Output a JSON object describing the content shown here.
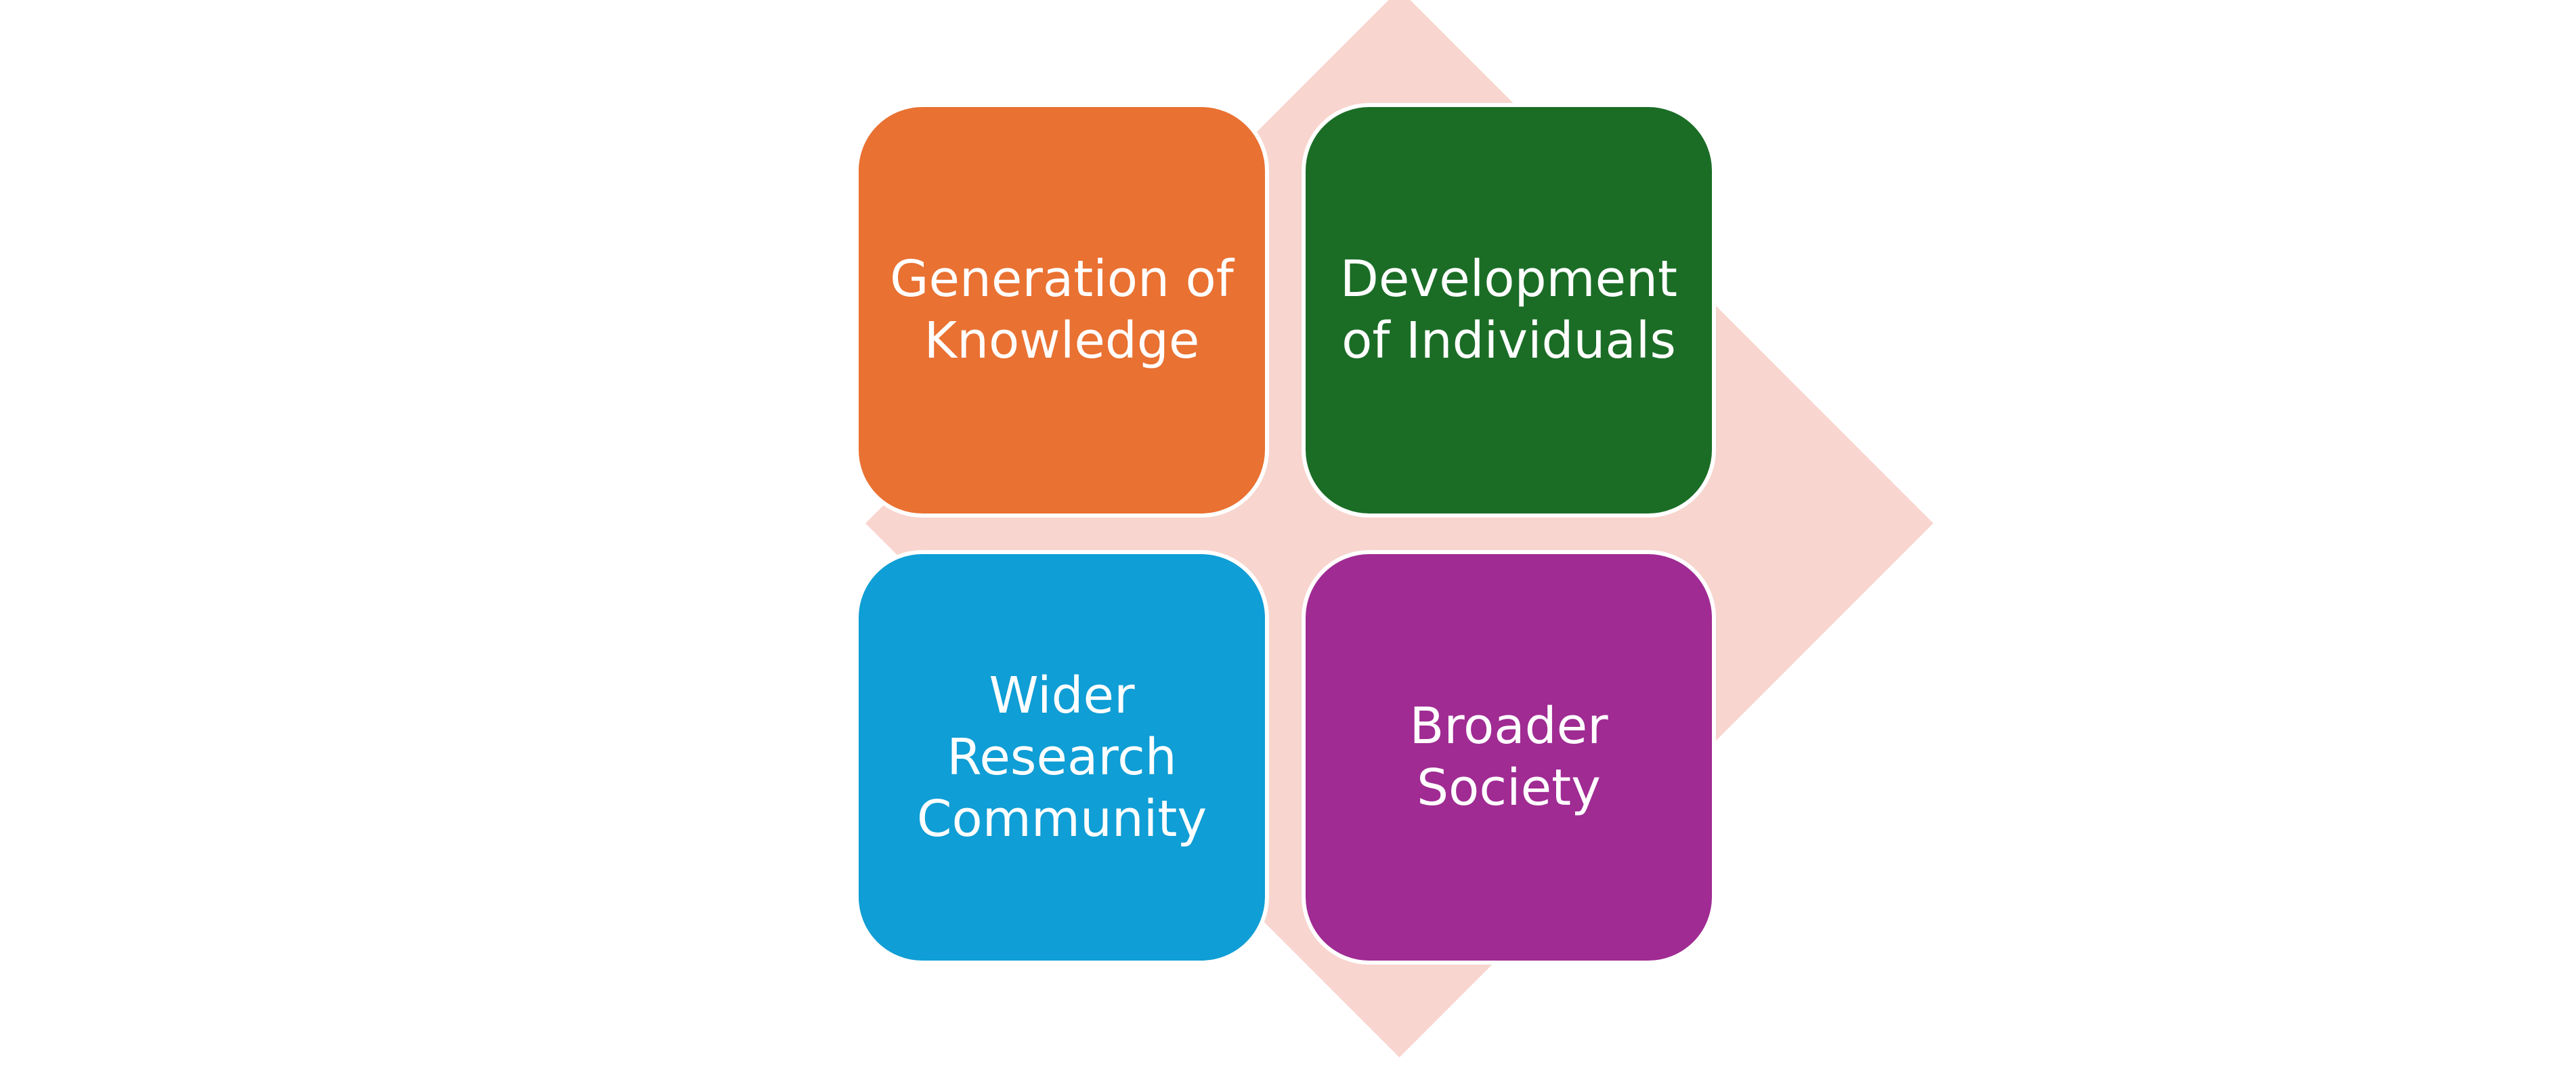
{
  "diagram": {
    "background_shape_color": "#F8D5CE",
    "quadrants": [
      {
        "label": "Generation of\nKnowledge",
        "color": "#E97132"
      },
      {
        "label": "Development\nof Individuals",
        "color": "#1B6D26"
      },
      {
        "label": "Wider\nResearch\nCommunity",
        "color": "#0F9ED5"
      },
      {
        "label": "Broader\nSociety",
        "color": "#A02B93"
      }
    ]
  }
}
